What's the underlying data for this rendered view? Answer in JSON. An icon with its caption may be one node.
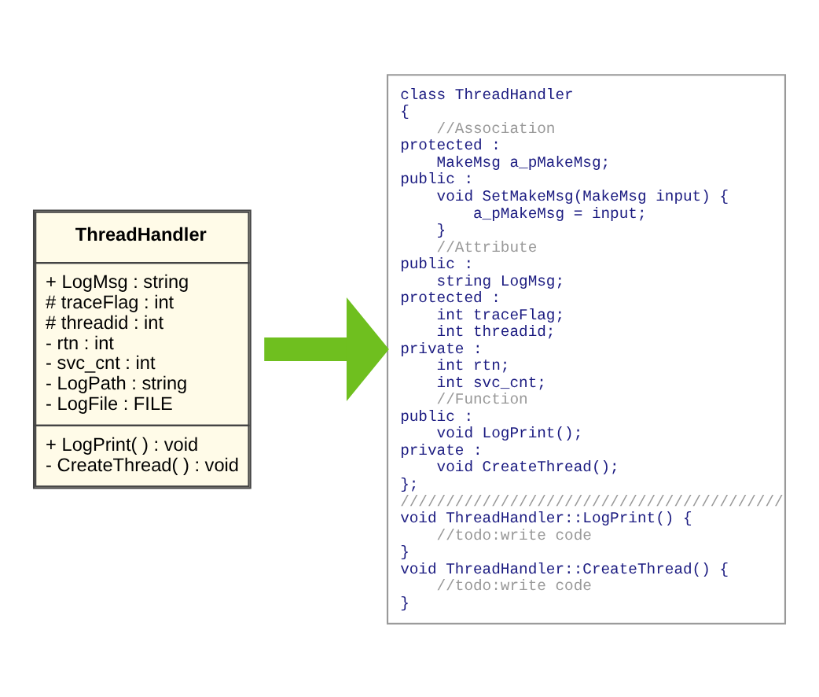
{
  "diagram": {
    "nodes": [
      {
        "text": [
          "ThreadHandler",
          "+ LogMsg : string",
          "# traceFlag : int",
          "# threadid : int",
          "- rtn : int",
          "- svc_cnt : int",
          "- LogPath : string",
          "- LogFile : FILE",
          "+ LogPrint( ) : void",
          "- CreateThread( ) : void"
        ]
      },
      {
        "text": [
          "class ThreadHandler",
          "{",
          "//Association",
          "protected :",
          "MakeMsg a_pMakeMsg;",
          "public :",
          "void SetMakeMsg(MakeMsg input) {",
          "a_pMakeMsg = input;",
          "}",
          "//Attribute",
          "public :",
          "string LogMsg;",
          "protected :",
          "int traceFlag;",
          "int threadid;",
          "private :",
          "int rtn;",
          "int svc_cnt;",
          "//Function",
          "public :",
          "void LogPrint();",
          "private :",
          "void CreateThread();",
          "};",
          "//////////////////////////////////////////",
          "void ThreadHandler::LogPrint() {",
          "//todo:write code",
          "}",
          "void ThreadHandler::CreateThread() {",
          "//todo:write code",
          "}"
        ]
      }
    ],
    "edges": [
      {
        "from": 0,
        "to": 1,
        "arrow": "to",
        "color": "#6fbf1f"
      }
    ]
  }
}
